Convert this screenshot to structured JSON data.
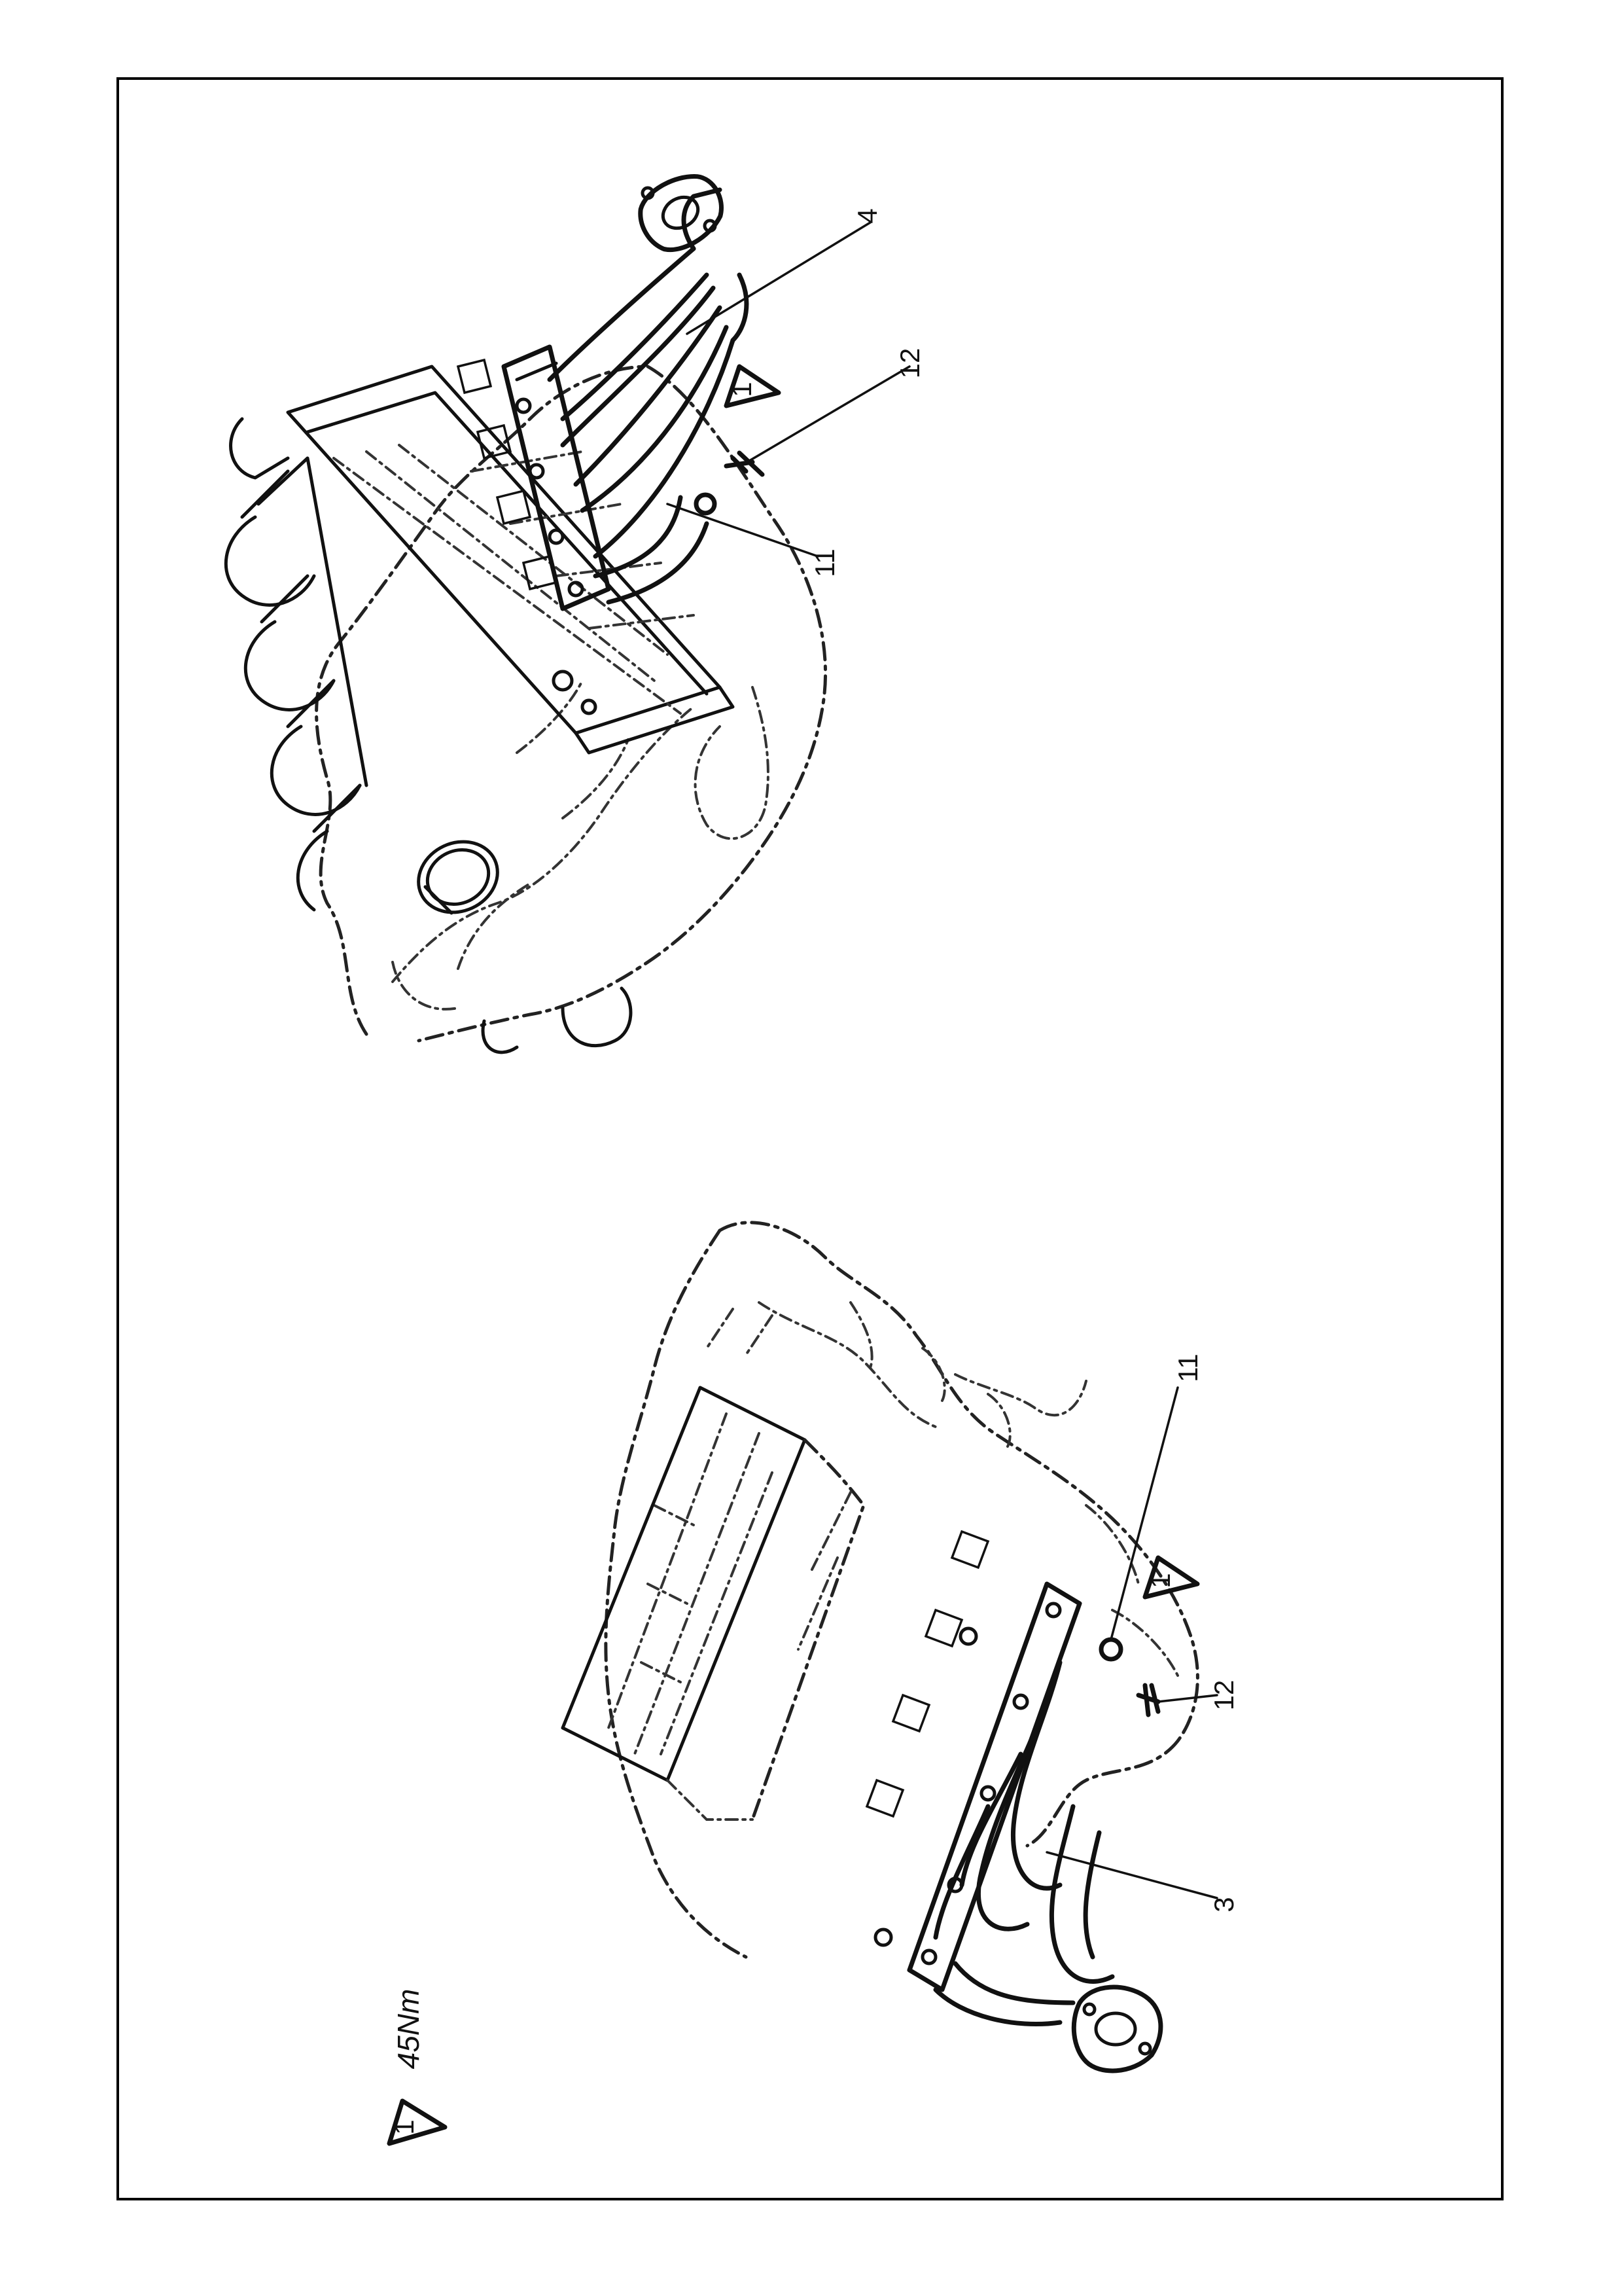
{
  "callouts": {
    "upper_manifold": "4",
    "upper_bolt": "12",
    "upper_washer": "11",
    "lower_washer": "11",
    "lower_bolt": "12",
    "lower_manifold": "3"
  },
  "warning_marker": "1",
  "torque_note": {
    "marker": "1",
    "value": "45Nm"
  }
}
